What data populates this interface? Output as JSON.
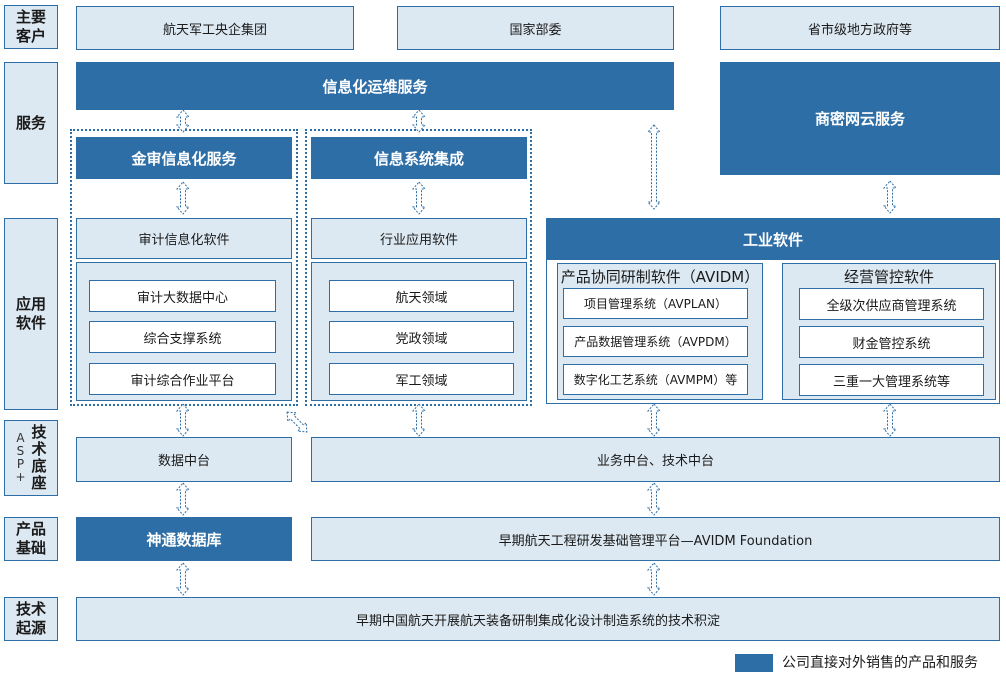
{
  "labels": {
    "customers": [
      "主要",
      "客户"
    ],
    "services": "服务",
    "apps": [
      "应用",
      "软件"
    ],
    "base": [
      "技",
      "术",
      "底",
      "座"
    ],
    "base_sub": [
      "A",
      "S",
      "P",
      "+"
    ],
    "product": [
      "产品",
      "基础"
    ],
    "origin": [
      "技术",
      "起源"
    ]
  },
  "customers": [
    "航天军工央企集团",
    "国家部委",
    "省市级地方政府等"
  ],
  "services": {
    "it_ops": "信息化运维服务",
    "cloud": "商密网云服务",
    "jinshen": "金审信息化服务",
    "integration": "信息系统集成"
  },
  "apps": {
    "audit_software": "审计信息化软件",
    "audit_items": [
      "审计大数据中心",
      "综合支撑系统",
      "审计综合作业平台"
    ],
    "industry_software": "行业应用软件",
    "industry_items": [
      "航天领域",
      "党政领域",
      "军工领域"
    ],
    "industrial": "工业软件",
    "avidm_title": "产品协同研制软件（AVIDM）",
    "avidm_items": [
      "项目管理系统（AVPLAN）",
      "产品数据管理系统（AVPDM）",
      "数字化工艺系统（AVMPM）等"
    ],
    "control_title": "经营管控软件",
    "control_items": [
      "全级次供应商管理系统",
      "财金管控系统",
      "三重一大管理系统等"
    ]
  },
  "base": {
    "data": "数据中台",
    "biz": "业务中台、技术中台"
  },
  "product": {
    "db": "神通数据库",
    "platform": "早期航天工程研发基础管理平台—AVIDM Foundation"
  },
  "origin": "早期中国航天开展航天装备研制集成化设计制造系统的技术积淀",
  "legend": "公司直接对外销售的产品和服务",
  "colors": {
    "accent": "#2e6ea6",
    "light": "#dde9f2"
  }
}
